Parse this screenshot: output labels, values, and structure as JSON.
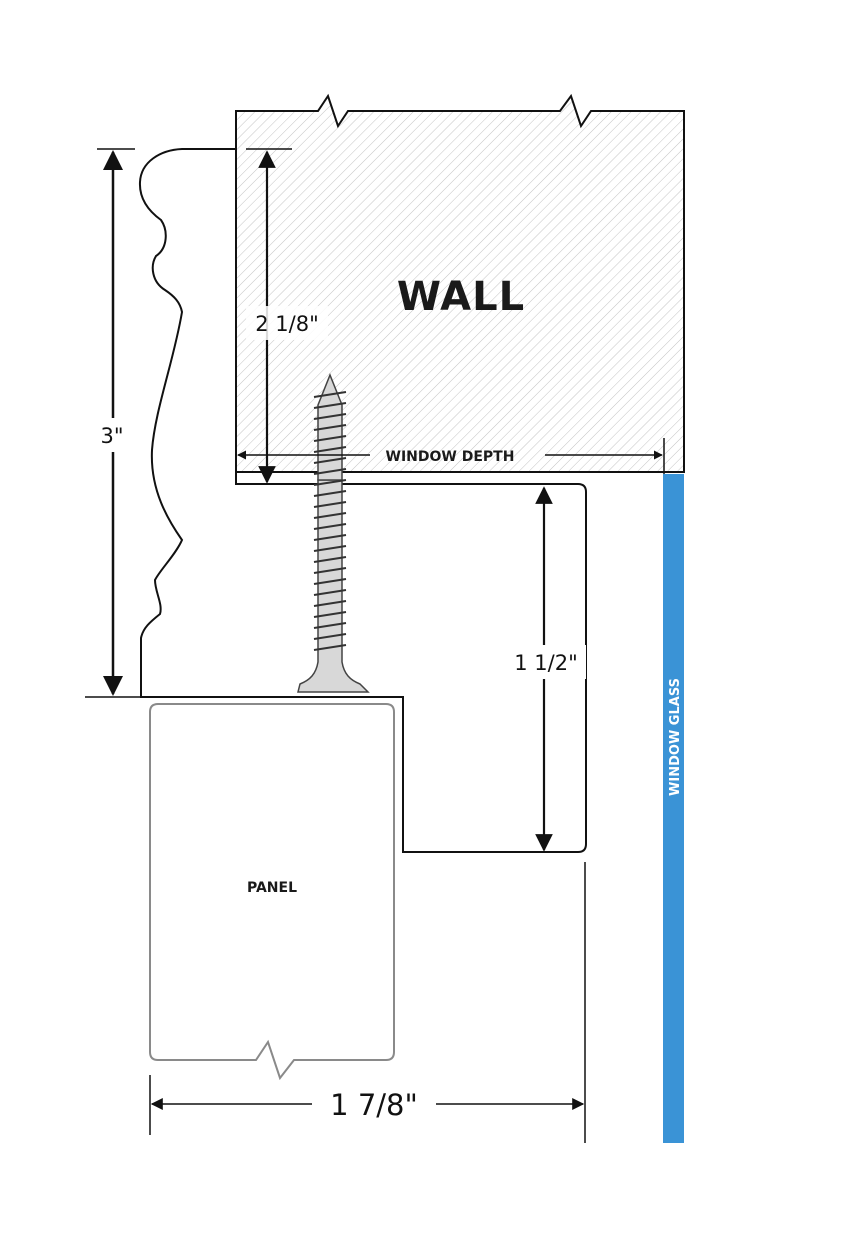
{
  "labels": {
    "wall": "WALL",
    "window_depth": "WINDOW DEPTH",
    "panel": "PANEL",
    "window_glass": "WINDOW GLASS"
  },
  "dimensions": {
    "molding_height": "3\"",
    "wall_to_bracket": "2 1/8\"",
    "bracket_drop": "1 1/2\"",
    "total_width": "1 7/8\""
  },
  "colors": {
    "glass": "#3a93d6",
    "line": "#111111",
    "hatch": "#bdbdbd"
  }
}
